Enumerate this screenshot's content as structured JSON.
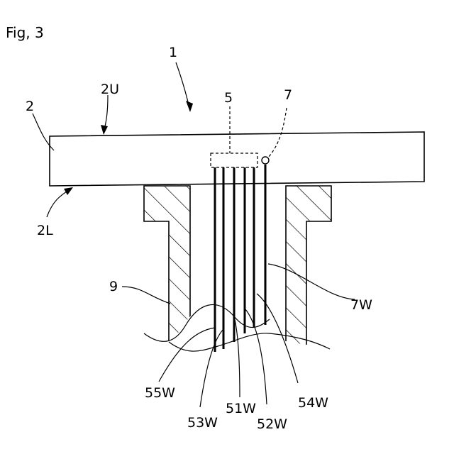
{
  "figure": {
    "caption": "Fig, 3"
  },
  "labels": {
    "assembly": "1",
    "board": "2",
    "upper_surface": "2U",
    "lower_surface": "2L",
    "component": "5",
    "sensor": "7",
    "holder": "9",
    "wire_51": "51W",
    "wire_52": "52W",
    "wire_53": "53W",
    "wire_54": "54W",
    "wire_55": "55W",
    "wire_7": "7W"
  }
}
